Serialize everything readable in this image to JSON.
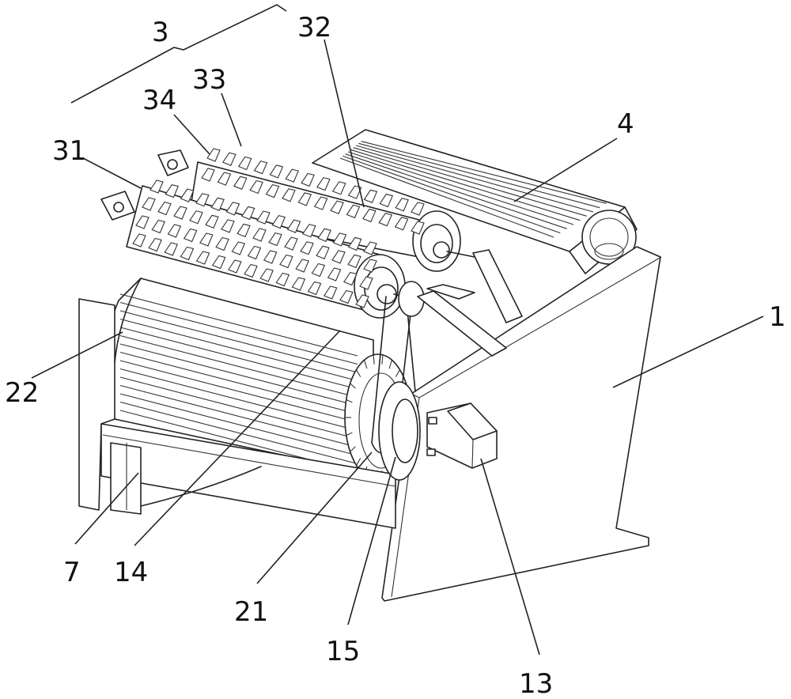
{
  "labels": {
    "l3": "3",
    "l32": "32",
    "l33": "33",
    "l34": "34",
    "l31": "31",
    "l4": "4",
    "l1": "1",
    "l22": "22",
    "l7": "7",
    "l14": "14",
    "l21": "21",
    "l15": "15",
    "l13": "13"
  }
}
